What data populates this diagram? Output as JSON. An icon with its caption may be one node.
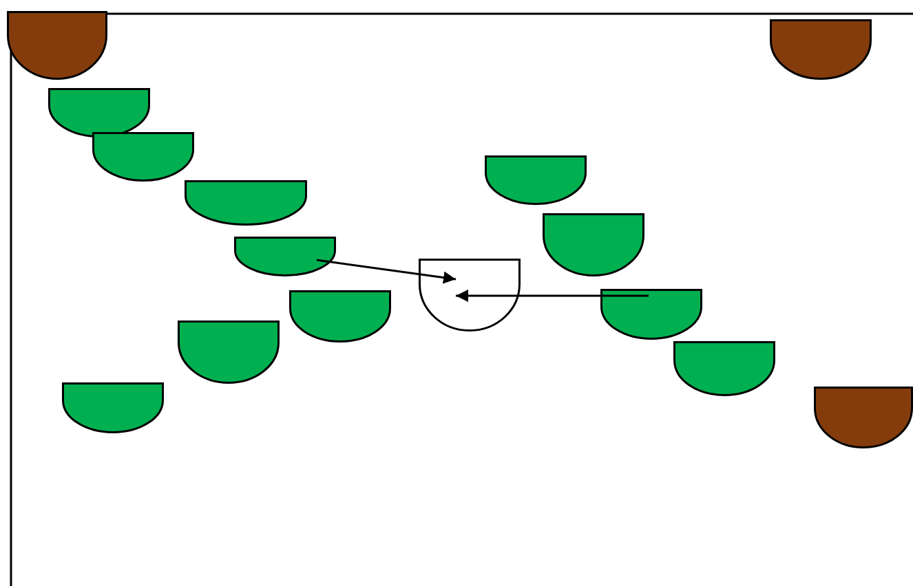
{
  "diagram": {
    "nodes": [
      {
        "text": [],
        "shape": "bowl"
      },
      {
        "text": [],
        "shape": "bowl"
      },
      {
        "text": [],
        "shape": "bowl"
      },
      {
        "text": [],
        "shape": "bowl"
      },
      {
        "text": [],
        "shape": "bowl"
      },
      {
        "text": [],
        "shape": "bowl"
      },
      {
        "text": [],
        "shape": "bowl"
      },
      {
        "text": [],
        "shape": "bowl"
      },
      {
        "text": [],
        "shape": "bowl"
      },
      {
        "text": [],
        "shape": "bowl"
      },
      {
        "text": [],
        "shape": "bowl"
      },
      {
        "text": [],
        "shape": "bowl"
      },
      {
        "text": [],
        "shape": "bowl"
      },
      {
        "text": [],
        "shape": "bowl"
      },
      {
        "text": [],
        "shape": "bowl"
      }
    ],
    "edges": [
      {
        "from": 7,
        "to": 8,
        "arrow": "to"
      },
      {
        "from": 9,
        "to": 8,
        "arrow": "to"
      }
    ]
  }
}
